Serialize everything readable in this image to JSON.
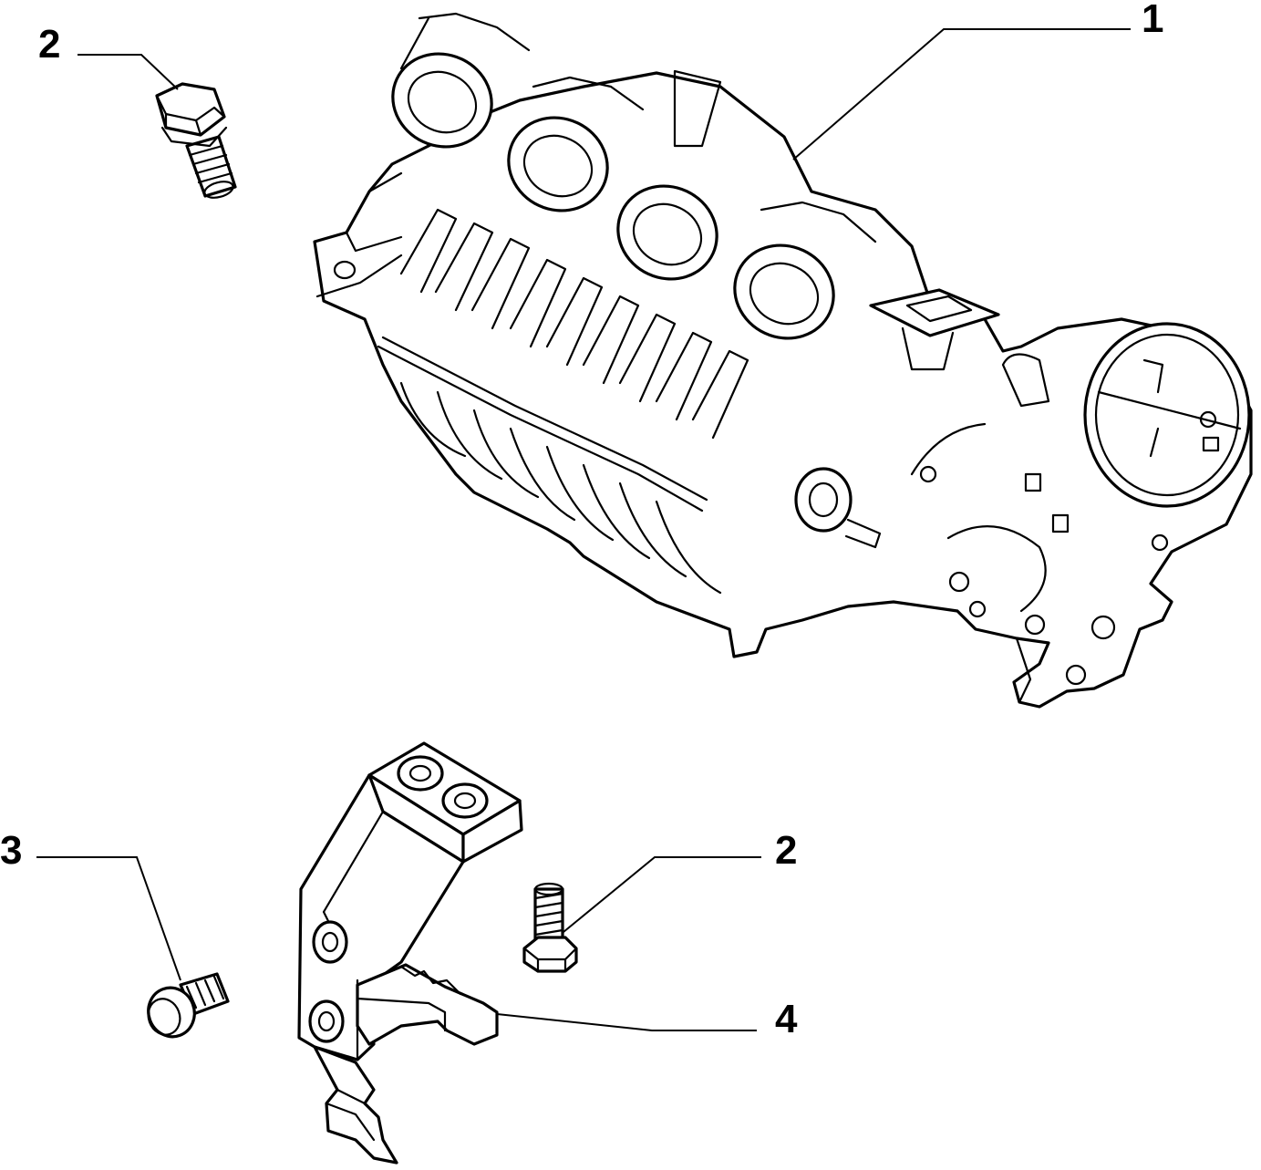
{
  "callouts": {
    "manifold": "1",
    "bolt_top": "2",
    "bolt_bottom": "2",
    "screw": "3",
    "bracket": "4"
  }
}
